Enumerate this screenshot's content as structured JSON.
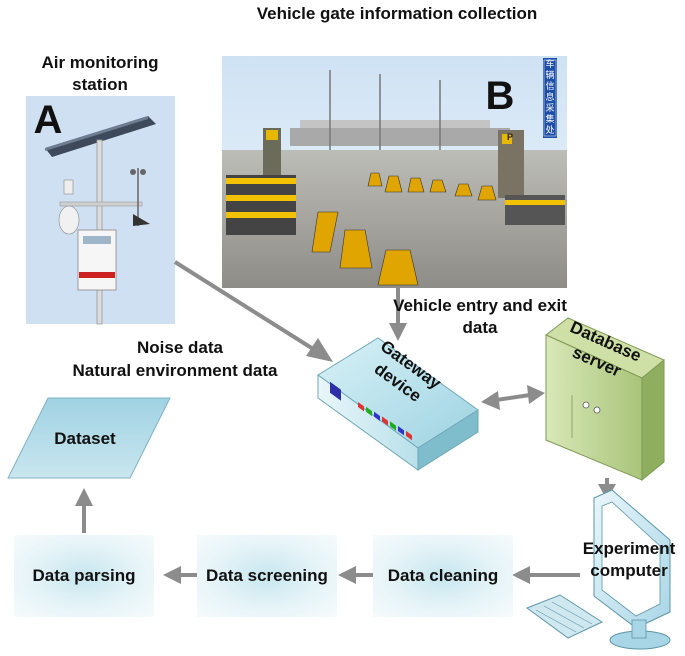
{
  "labels": {
    "air_station": "Air monitoring station",
    "vehicle_gate": "Vehicle gate information collection",
    "letter_a": "A",
    "letter_b": "B",
    "noise_data": "Noise data",
    "natural_env_data": "Natural environment data",
    "vehicle_entry_exit": "Vehicle entry and exit data",
    "gateway_device": "Gateway device",
    "database_server": "Database server",
    "experiment_computer": "Experiment computer",
    "dataset": "Dataset",
    "data_parsing": "Data parsing",
    "data_screening": "Data screening",
    "data_cleaning": "Data cleaning",
    "gate_sign": "车辆信息采集处",
    "gate_p": "P"
  },
  "colors": {
    "arrow": "#8c8c8c",
    "gateway_body": "#9fd6e4",
    "server_body": "#b7cf8b",
    "dataset_fill": "#a9d7e6"
  }
}
